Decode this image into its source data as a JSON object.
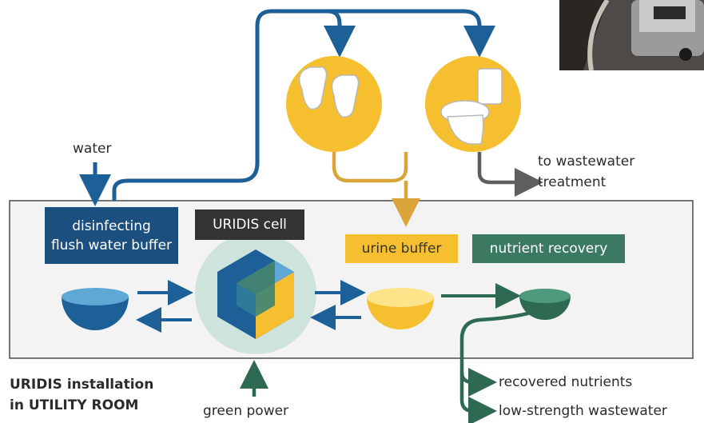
{
  "colors": {
    "blue": "#1d5f97",
    "blue_dark": "#1a4f80",
    "yellow": "#f5bf2f",
    "yellow_line": "#dba43a",
    "green": "#3b7a60",
    "green_dark": "#2d6a51",
    "gray_arrow": "#5e5e5e",
    "cell_ring": "#cfe3dd",
    "panel_bg": "#f3f3f3",
    "dark_label": "#333333"
  },
  "labels": {
    "water": "water",
    "to_wastewater_line1": "to wastewater",
    "to_wastewater_line2": "treatment",
    "installation_line1": "URIDIS installation",
    "installation_line2": "in UTILITY ROOM",
    "green_power": "green power",
    "recovered_nutrients": "recovered nutrients",
    "low_strength_wastewater": "low-strength wastewater"
  },
  "boxes": {
    "disinfecting_line1": "disinfecting",
    "disinfecting_line2": "flush water buffer",
    "uridis_cell": "URIDIS cell",
    "urine_buffer": "urine buffer",
    "nutrient_recovery": "nutrient recovery"
  },
  "icons": {
    "urinals": "urinals-icon",
    "toilet": "toilet-icon",
    "photo": "photo-thumbnail"
  }
}
